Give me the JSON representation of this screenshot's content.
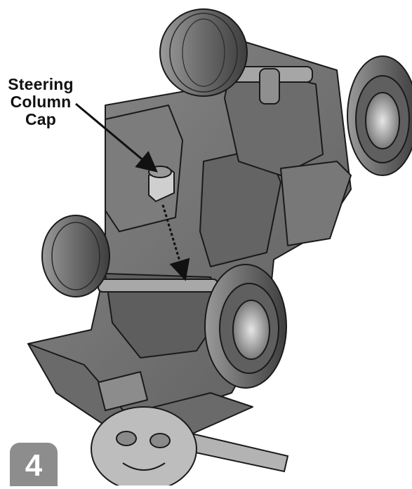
{
  "callout": {
    "lines": [
      "Steering",
      "Column",
      "Cap"
    ]
  },
  "step": {
    "number": "4"
  },
  "colors": {
    "body_plastic": "#6e6e6e",
    "tire": "#5a5a5a",
    "outline": "#1a1a1a",
    "badge": "#8d8d8d"
  }
}
